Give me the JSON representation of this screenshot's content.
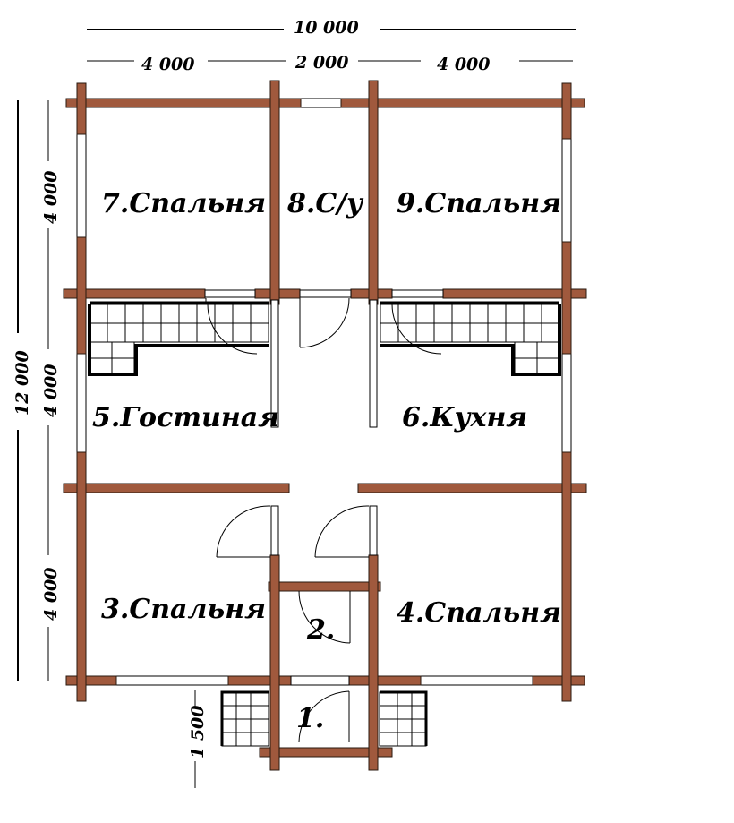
{
  "dimensions": {
    "total_width": "10 000",
    "left_width": "4 000",
    "middle_width": "2 000",
    "right_width": "4 000",
    "total_height": "12 000",
    "top_height": "4 000",
    "middle_height": "4 000",
    "bottom_height": "4 000",
    "porch_depth": "1 500"
  },
  "rooms": {
    "r7": "7.Спальня",
    "r8": "8.С/у",
    "r9": "9.Спальня",
    "r5": "5.Гостиная",
    "r6": "6.Кухня",
    "r3": "3.Спальня",
    "r4": "4.Спальня",
    "r2": "2.",
    "r1": "1."
  },
  "colors": {
    "log": "#a0593d",
    "line": "#000000",
    "background": "#ffffff"
  }
}
